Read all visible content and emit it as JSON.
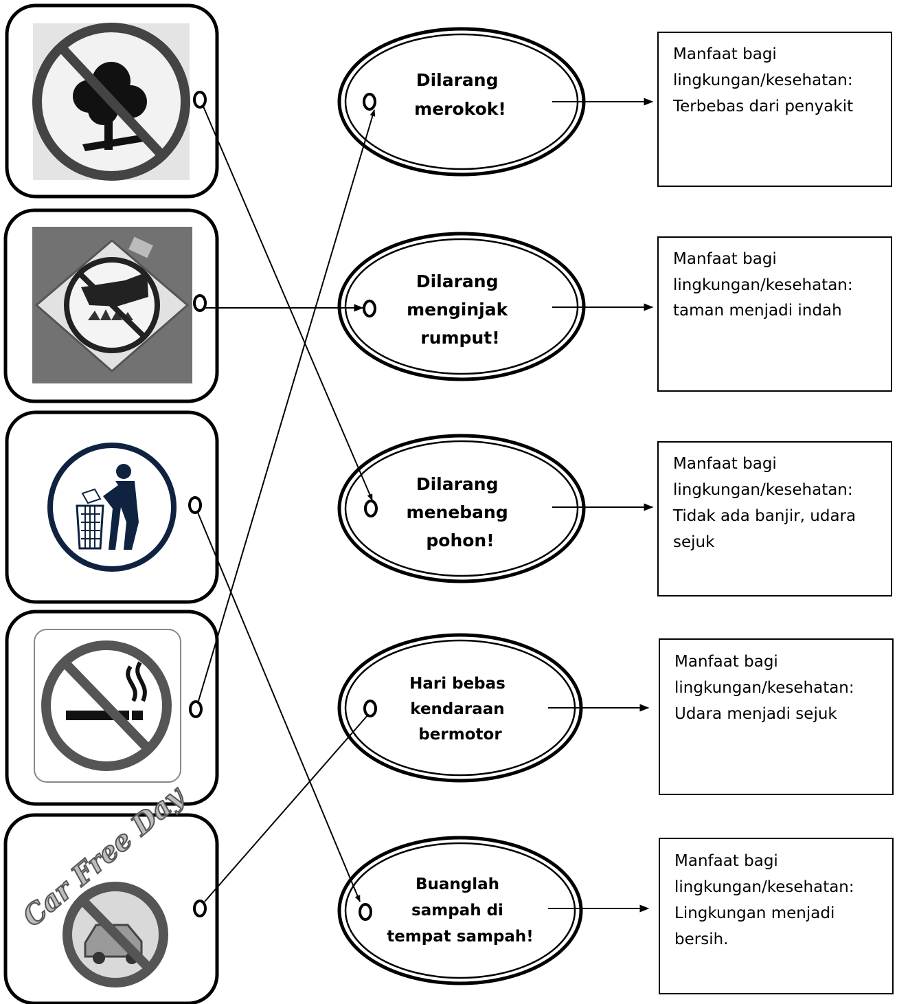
{
  "signs": [
    {
      "name": "no-tree-cutting",
      "icon": "no-tree-cutting-icon"
    },
    {
      "name": "no-stepping-on-grass",
      "icon": "no-walking-on-grass-icon"
    },
    {
      "name": "dispose-trash",
      "icon": "trash-bin-icon"
    },
    {
      "name": "no-smoking",
      "icon": "no-smoking-icon"
    },
    {
      "name": "car-free-day",
      "icon": "car-free-day-icon",
      "logo_text": "Car Free Day"
    }
  ],
  "ovals": [
    {
      "lines": [
        "Dilarang",
        "merokok!"
      ]
    },
    {
      "lines": [
        "Dilarang",
        "menginjak",
        "rumput!"
      ]
    },
    {
      "lines": [
        "Dilarang",
        "menebang",
        "pohon!"
      ]
    },
    {
      "lines": [
        "Hari bebas",
        "kendaraan",
        "bermotor"
      ]
    },
    {
      "lines": [
        "Buanglah",
        "sampah di",
        "tempat sampah!"
      ]
    }
  ],
  "boxes": [
    {
      "lines": [
        "Manfaat bagi",
        "lingkungan/kesehatan:",
        "Terbebas dari penyakit"
      ]
    },
    {
      "lines": [
        "Manfaat bagi",
        "lingkungan/kesehatan:",
        "taman menjadi indah"
      ]
    },
    {
      "lines": [
        "Manfaat bagi",
        "lingkungan/kesehatan:",
        "Tidak ada banjir, udara",
        "sejuk"
      ]
    },
    {
      "lines": [
        "Manfaat bagi",
        "lingkungan/kesehatan:",
        "Udara menjadi sejuk"
      ]
    },
    {
      "lines": [
        "Manfaat bagi",
        "lingkungan/kesehatan:",
        "Lingkungan menjadi",
        "bersih."
      ]
    }
  ],
  "connections": [
    {
      "from_sign": 0,
      "to_oval": 2
    },
    {
      "from_sign": 1,
      "to_oval": 1
    },
    {
      "from_sign": 2,
      "to_oval": 4
    },
    {
      "from_sign": 3,
      "to_oval": 0
    },
    {
      "from_sign": 4,
      "to_oval": 3
    }
  ],
  "colors": {
    "line": "#000000",
    "trash_sign": "#0f2340",
    "sign_gray": "#555555"
  }
}
